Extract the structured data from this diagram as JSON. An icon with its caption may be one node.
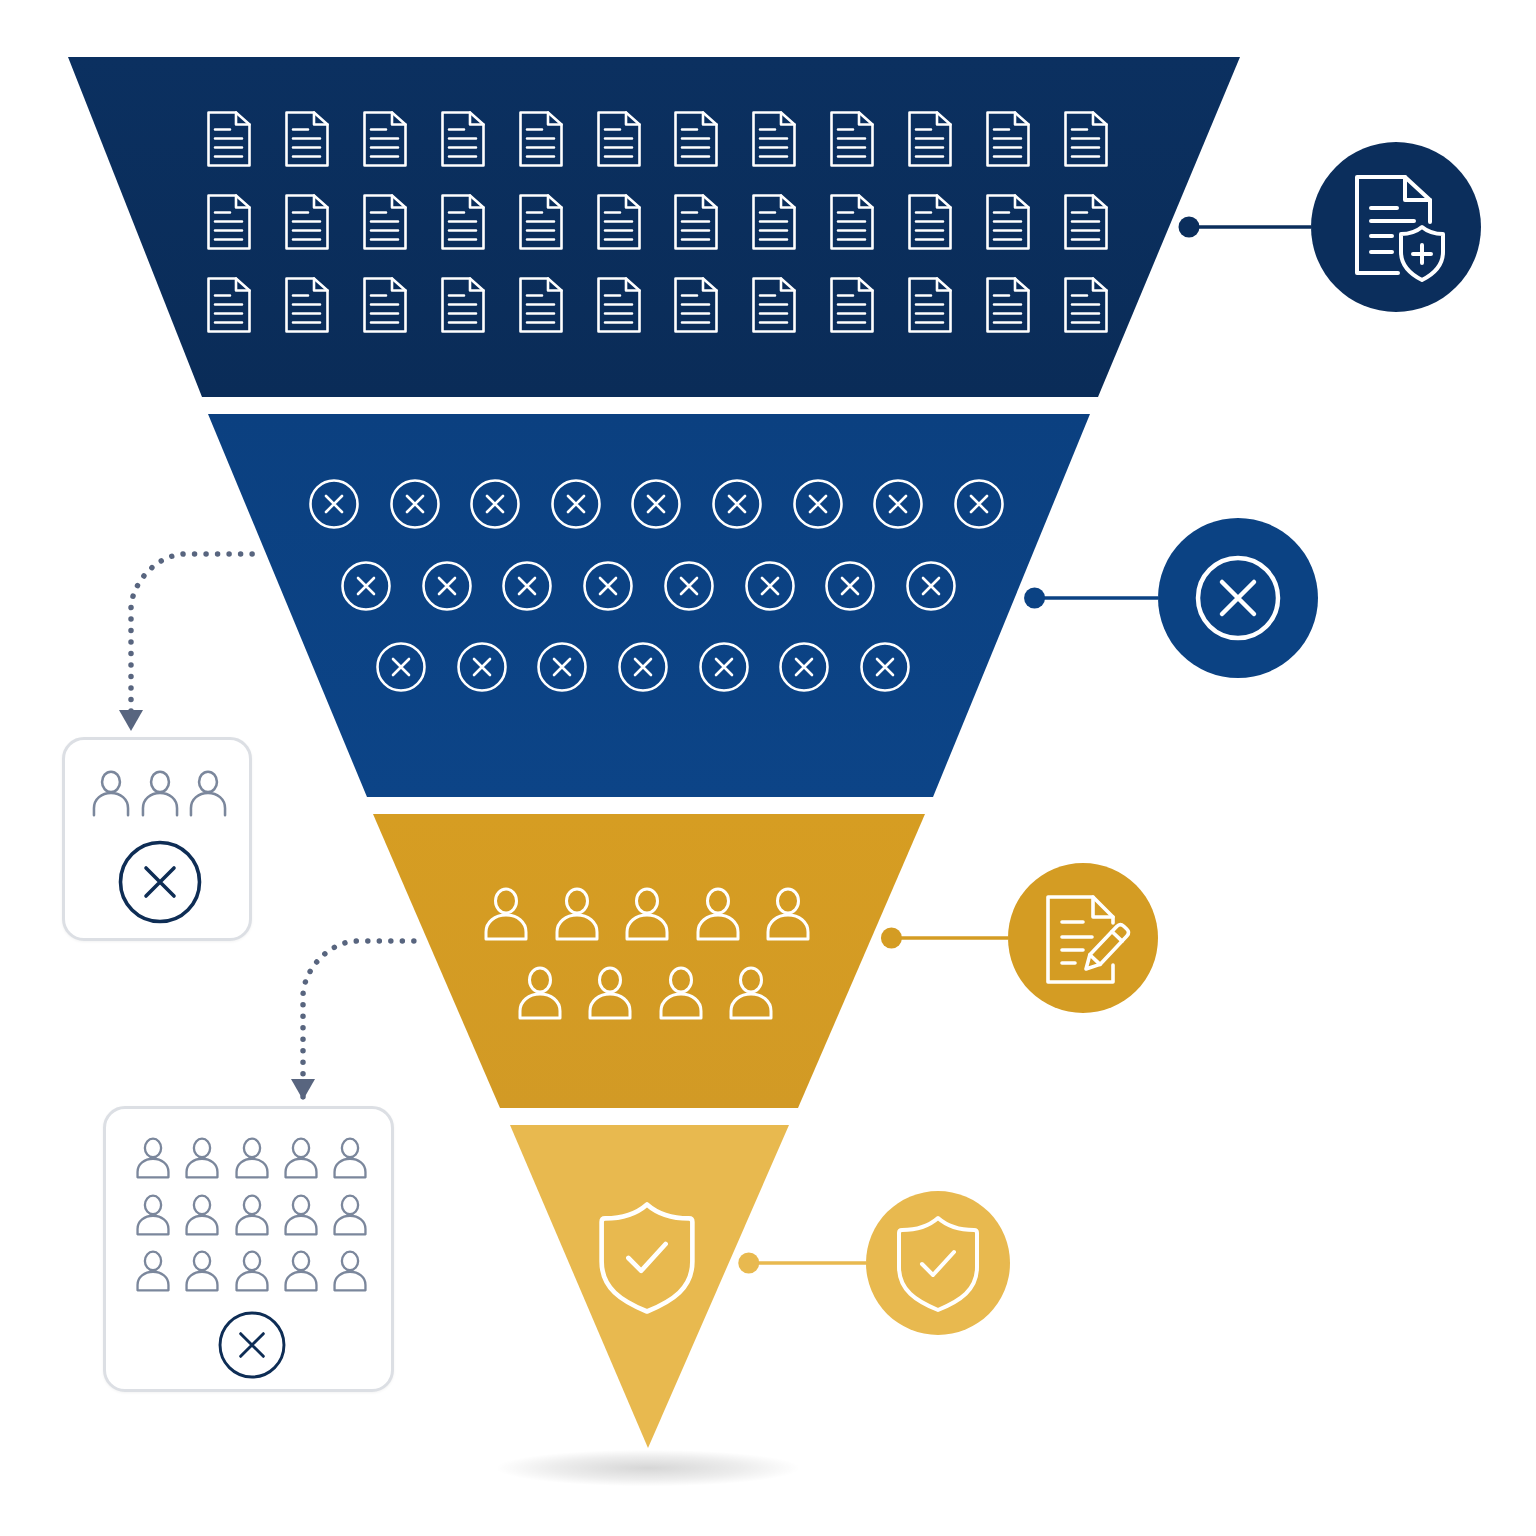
{
  "diagram": {
    "nodes": [
      {
        "text": [],
        "shape": "trapezoid"
      },
      {
        "text": [],
        "shape": "circle"
      },
      {
        "text": [],
        "shape": "trapezoid"
      },
      {
        "text": [],
        "shape": "circle"
      },
      {
        "text": [],
        "shape": "box"
      },
      {
        "text": [],
        "shape": "trapezoid"
      },
      {
        "text": [],
        "shape": "circle"
      },
      {
        "text": [],
        "shape": "box"
      },
      {
        "text": [],
        "shape": "triangle"
      },
      {
        "text": [],
        "shape": "circle"
      }
    ],
    "edges": [
      {
        "from": 0,
        "to": 1,
        "arrow": "other",
        "color": "#0b2e5c"
      },
      {
        "from": 2,
        "to": 3,
        "arrow": "other",
        "color": "#0b4283"
      },
      {
        "from": 2,
        "to": 4,
        "arrow": "to",
        "style": "dashed",
        "color": "#58657f"
      },
      {
        "from": 5,
        "to": 6,
        "arrow": "other",
        "color": "#d49c23"
      },
      {
        "from": 5,
        "to": 7,
        "arrow": "to",
        "style": "dashed",
        "color": "#58657f"
      },
      {
        "from": 8,
        "to": 9,
        "arrow": "other",
        "color": "#e8b94f"
      }
    ]
  }
}
